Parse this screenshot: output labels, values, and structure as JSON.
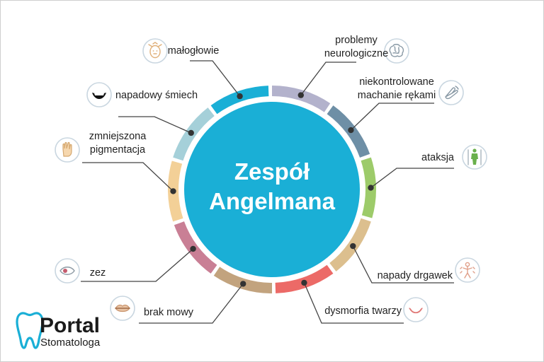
{
  "center": {
    "line1": "Zespół",
    "line2": "Angelmana"
  },
  "colors": {
    "center_fill": "#1aafd6",
    "ring_gap": "#ffffff",
    "leader_line": "#444444",
    "icon_ring": "#c9d6e0"
  },
  "segments": [
    {
      "label": "problemy\nneurologiczne",
      "color": "#b3b2cc",
      "icon": "brain-icon"
    },
    {
      "label": "niekontrolowane\nmachanie rękami",
      "color": "#6e8fa6",
      "icon": "waving-hand-icon"
    },
    {
      "label": "ataksja",
      "color": "#9dcb6a",
      "icon": "standing-figure-icon"
    },
    {
      "label": "napady drgawek",
      "color": "#dcbf8e",
      "icon": "shaking-figure-icon"
    },
    {
      "label": "dysmorfia twarzy",
      "color": "#ec6a67",
      "icon": "smile-icon"
    },
    {
      "label": "brak mowy",
      "color": "#c2a37e",
      "icon": "closed-lips-icon"
    },
    {
      "label": "zez",
      "color": "#c97f95",
      "icon": "eye-icon"
    },
    {
      "label": "zmniejszona\npigmentacja",
      "color": "#f3d097",
      "icon": "hand-icon"
    },
    {
      "label": "napadowy śmiech",
      "color": "#a5d0d9",
      "icon": "laughing-mouth-icon"
    },
    {
      "label": "małogłowie",
      "color": "#1aafd6",
      "icon": "small-head-icon"
    }
  ],
  "brand": {
    "name": "Portal",
    "sub": "Stomatologa",
    "icon": "tooth-icon",
    "color": "#1aafd6"
  }
}
